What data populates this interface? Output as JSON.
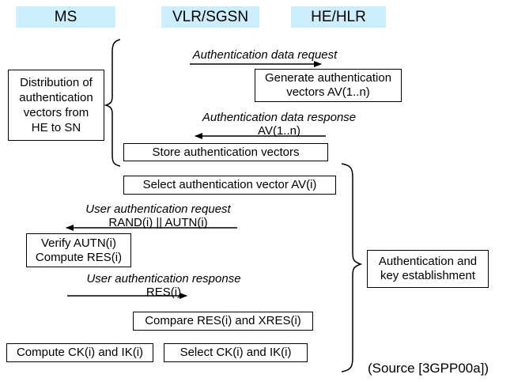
{
  "diagram": {
    "title_note": "(Source [3GPP00a])",
    "columns": [
      {
        "id": "ms",
        "label": "MS"
      },
      {
        "id": "vlr",
        "label": "VLR/SGSN"
      },
      {
        "id": "he",
        "label": "HE/HLR"
      }
    ],
    "phases": [
      {
        "id": "phase-distribution",
        "label": "Distribution of\nauthentication\nvectors from\nHE to SN"
      },
      {
        "id": "phase-authentication",
        "label": "Authentication and\nkey establishment"
      }
    ],
    "messages": [
      {
        "id": "msg-auth-data-request",
        "title": "Authentication data request",
        "subtitle": "",
        "direction": "right"
      },
      {
        "id": "msg-auth-data-response",
        "title": "Authentication data response",
        "subtitle": "AV(1..n)",
        "direction": "left"
      },
      {
        "id": "msg-user-auth-request",
        "title": "User authentication request",
        "subtitle": "RAND(i) || AUTN(i)",
        "direction": "left"
      },
      {
        "id": "msg-user-auth-response",
        "title": "User authentication response",
        "subtitle": "RES(i)",
        "direction": "right"
      }
    ],
    "actions": [
      {
        "id": "act-generate-av",
        "label": "Generate authentication\nvectors AV(1..n)"
      },
      {
        "id": "act-store-av",
        "label": "Store authentication vectors"
      },
      {
        "id": "act-select-av",
        "label": "Select authentication vector AV(i)"
      },
      {
        "id": "act-verify-autn",
        "label": "Verify AUTN(i)\nCompute RES(i)"
      },
      {
        "id": "act-compare-res",
        "label": "Compare RES(i) and XRES(i)"
      },
      {
        "id": "act-compute-keys",
        "label": "Compute CK(i) and IK(i)"
      },
      {
        "id": "act-select-keys",
        "label": "Select CK(i) and IK(i)"
      }
    ],
    "colors": {
      "chip_background": "#cceeff",
      "line": "#000000",
      "box_background": "#ffffff",
      "page_background": "#ffffff"
    }
  }
}
